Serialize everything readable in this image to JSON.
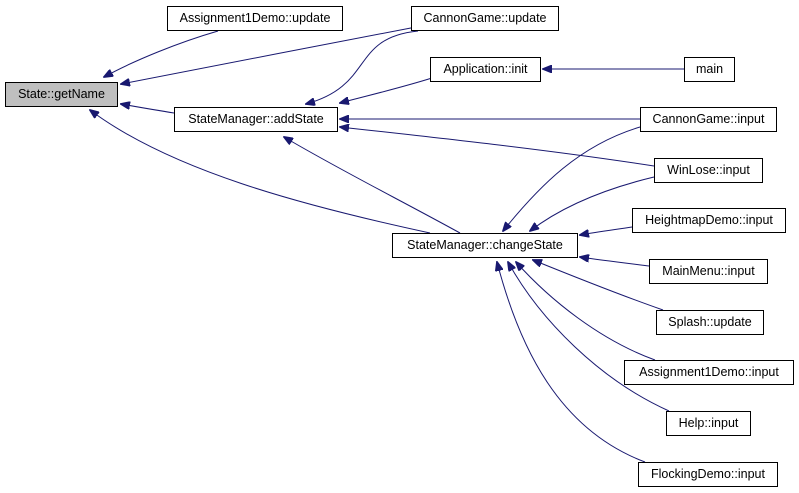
{
  "graph": {
    "title": "",
    "colors": {
      "edge": "#191970",
      "node_border": "#000000",
      "root_fill": "#bfbfbf",
      "node_fill": "#ffffff"
    },
    "nodes": {
      "state_getname": "State::getName",
      "assignment1demo_update": "Assignment1Demo::update",
      "cannongame_update": "CannonGame::update",
      "application_init": "Application::init",
      "main": "main",
      "statemanager_addstate": "StateManager::addState",
      "cannongame_input": "CannonGame::input",
      "winlose_input": "WinLose::input",
      "heightmapdemo_input": "HeightmapDemo::input",
      "statemanager_changestate": "StateManager::changeState",
      "mainmenu_input": "MainMenu::input",
      "splash_update": "Splash::update",
      "assignment1demo_input": "Assignment1Demo::input",
      "help_input": "Help::input",
      "flockingdemo_input": "FlockingDemo::input"
    },
    "edges": [
      {
        "from": "assignment1demo_update",
        "to": "state_getname"
      },
      {
        "from": "cannongame_update",
        "to": "state_getname"
      },
      {
        "from": "statemanager_addstate",
        "to": "state_getname"
      },
      {
        "from": "statemanager_changestate",
        "to": "state_getname"
      },
      {
        "from": "cannongame_update",
        "to": "statemanager_addstate"
      },
      {
        "from": "application_init",
        "to": "statemanager_addstate"
      },
      {
        "from": "main",
        "to": "application_init"
      },
      {
        "from": "cannongame_input",
        "to": "statemanager_addstate"
      },
      {
        "from": "winlose_input",
        "to": "statemanager_addstate"
      },
      {
        "from": "cannongame_input",
        "to": "statemanager_changestate"
      },
      {
        "from": "winlose_input",
        "to": "statemanager_changestate"
      },
      {
        "from": "heightmapdemo_input",
        "to": "statemanager_changestate"
      },
      {
        "from": "mainmenu_input",
        "to": "statemanager_changestate"
      },
      {
        "from": "splash_update",
        "to": "statemanager_changestate"
      },
      {
        "from": "assignment1demo_input",
        "to": "statemanager_changestate"
      },
      {
        "from": "help_input",
        "to": "statemanager_changestate"
      },
      {
        "from": "flockingdemo_input",
        "to": "statemanager_changestate"
      }
    ]
  }
}
